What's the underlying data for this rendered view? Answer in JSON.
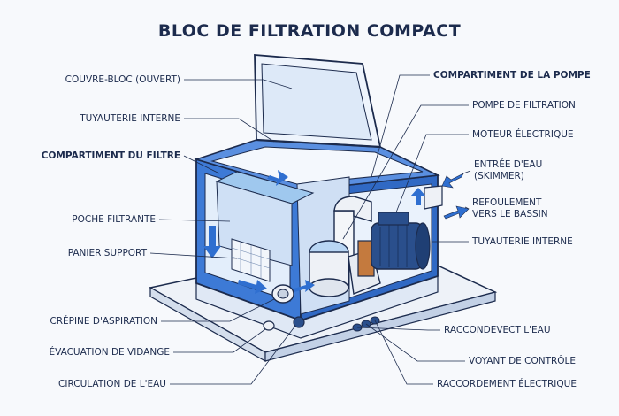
{
  "title": "BLOC DE FILTRATION COMPACT",
  "colors": {
    "ink": "#1c2b4d",
    "blue": "#2f6fd0",
    "lightBlue": "#dbe8f8",
    "water": "#9fc8ee"
  },
  "labels": {
    "left": [
      "COUVRE-BLOC (OUVERT)",
      "TUYAUTERIE INTERNE",
      "COMPARTIMENT DU FILTRE",
      "POCHE FILTRANTE",
      "PANIER SUPPORT",
      "CRÉPINE D'ASPIRATION",
      "ÉVACUATION DE VIDANGE",
      "CIRCULATION DE L'EAU"
    ],
    "right": [
      "COMPARTIMENT DE LA POMPE",
      "POMPE DE FILTRATION",
      "MOTEUR ÉLECTRIQUE",
      "ENTRÉE D'EAU\n(SKIMMER)",
      "REFOULEMENT\nVERS LE BASSIN",
      "TUYAUTERIE INTERNE",
      "RACCONDEVECT L'EAU",
      "VOYANT DE CONTRÔLE",
      "RACCORDEMENT ÉLECTRIQUE"
    ]
  }
}
